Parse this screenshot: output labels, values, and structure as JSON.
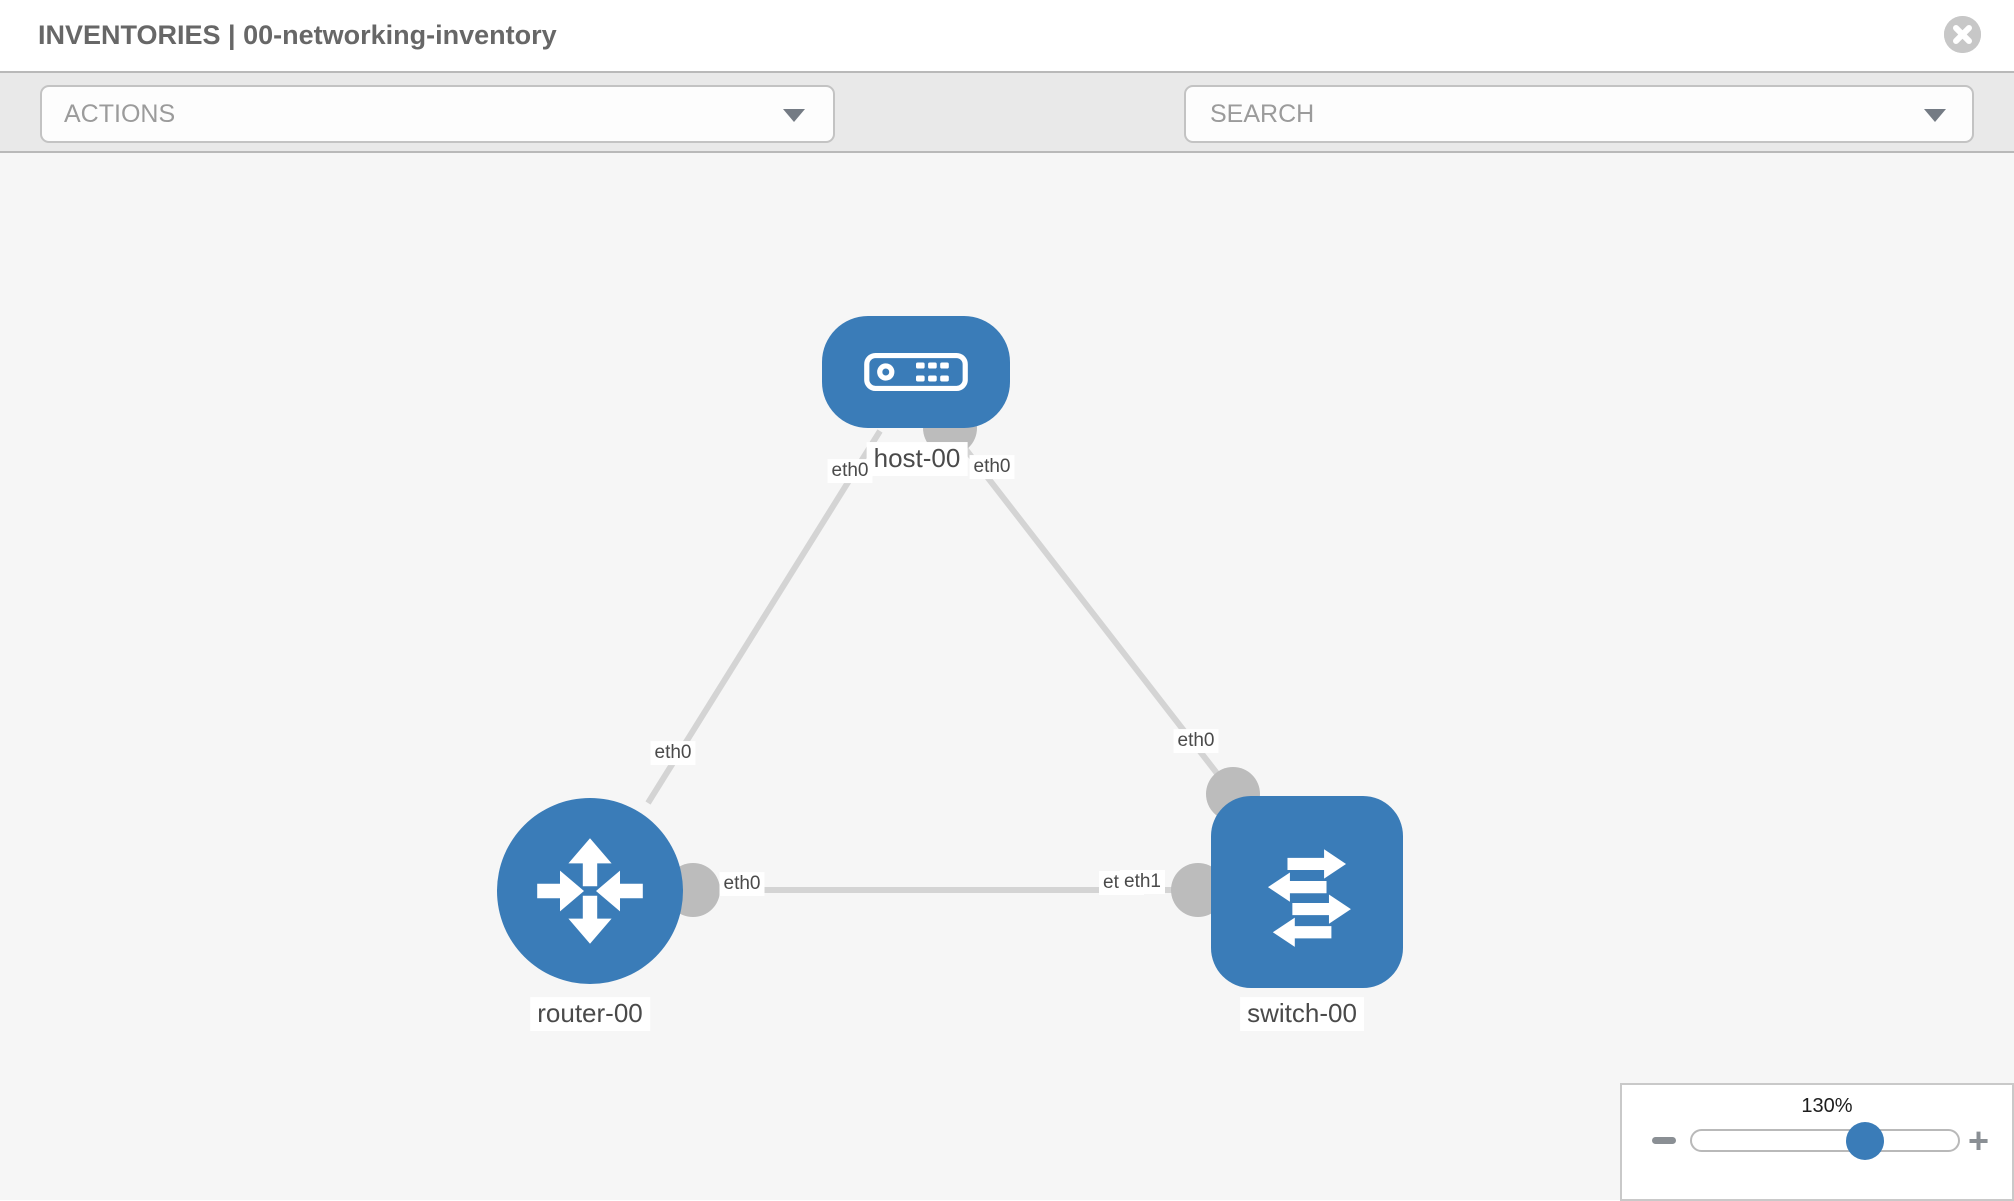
{
  "header": {
    "title": "INVENTORIES | 00-networking-inventory"
  },
  "toolbar": {
    "actions": {
      "label": "ACTIONS"
    },
    "search": {
      "placeholder": "SEARCH"
    },
    "tool_icons": [
      "wrench-icon",
      "key-icon"
    ]
  },
  "colors": {
    "node_blue": "#3a7cb8",
    "interface_gray": "#bcbcbc",
    "link_gray": "#d4d4d4",
    "canvas_bg": "#f6f6f6",
    "toolbar_bg": "#e9e9e9"
  },
  "topology": {
    "nodes": [
      {
        "id": "host-00",
        "type": "host",
        "label": "host-00",
        "icon": "server-icon"
      },
      {
        "id": "router-00",
        "type": "router",
        "label": "router-00",
        "icon": "router-arrows-icon"
      },
      {
        "id": "switch-00",
        "type": "switch",
        "label": "switch-00",
        "icon": "switch-arrows-icon"
      }
    ],
    "links": [
      {
        "from": "host-00",
        "to": "router-00",
        "from_interface": "eth0",
        "to_interface": "eth0"
      },
      {
        "from": "host-00",
        "to": "switch-00",
        "from_interface": "eth0",
        "to_interface": "eth0"
      },
      {
        "from": "router-00",
        "to": "switch-00",
        "from_interface": "eth0",
        "to_interface": "eth1"
      }
    ],
    "interface_labels": {
      "host_left": "eth0",
      "host_right": "eth0",
      "router_diag": "eth0",
      "switch_diag": "eth0",
      "mid_router_side": "eth0",
      "mid_switch_back": "eth0",
      "mid_switch_front": "eth1"
    }
  },
  "zoom_control": {
    "value_label": "130%",
    "percent": 130,
    "plus_glyph": "+"
  }
}
